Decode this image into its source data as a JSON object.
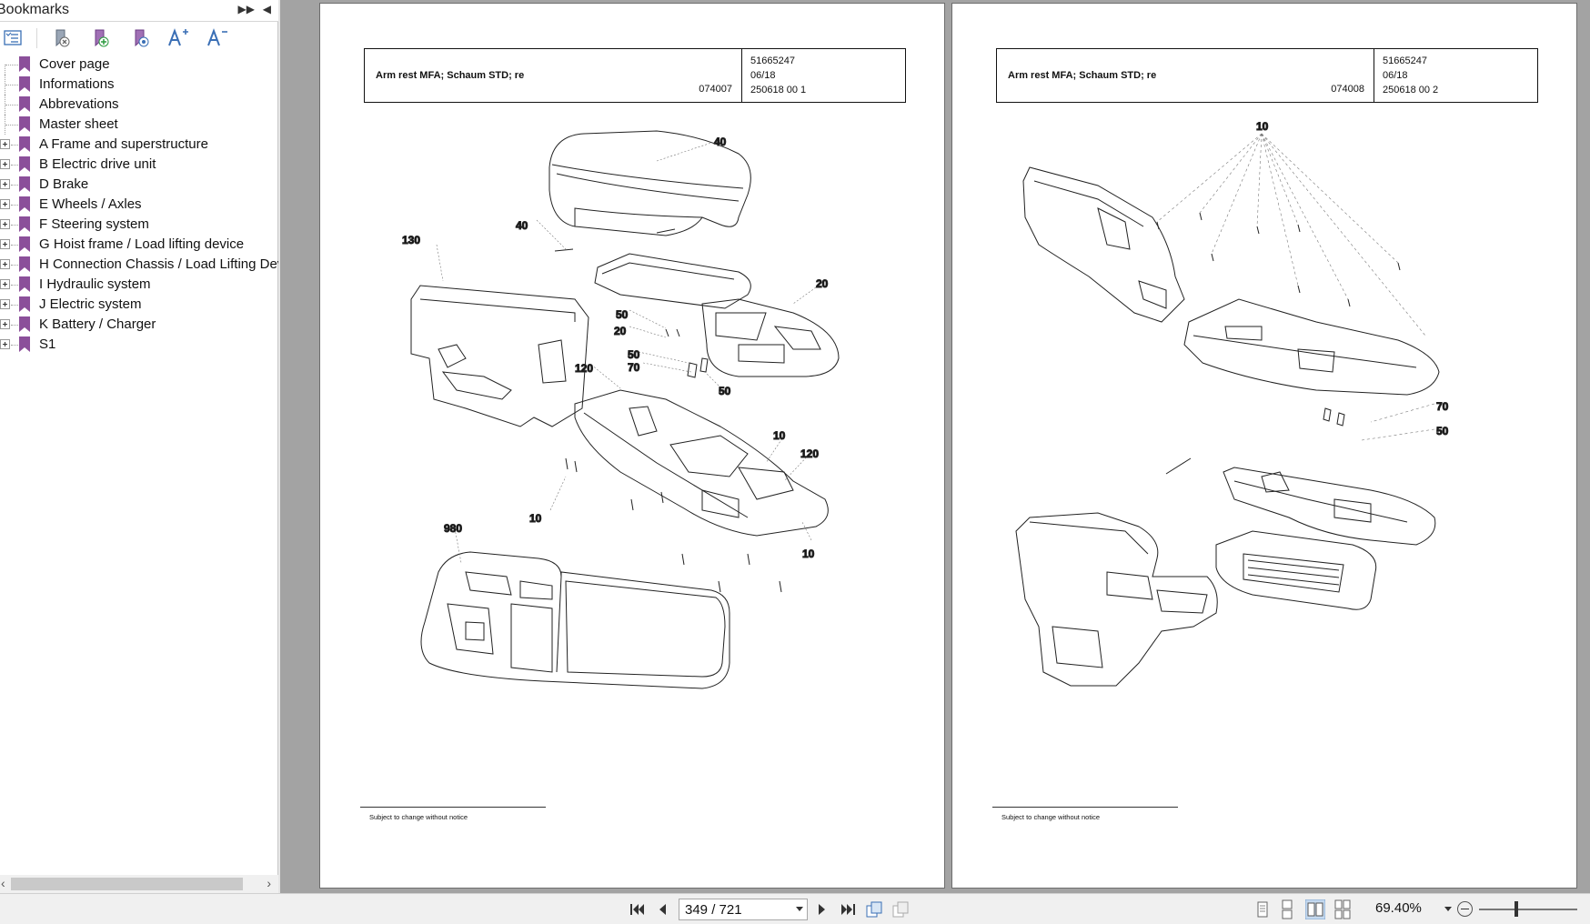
{
  "sidebar": {
    "title": "Bookmarks",
    "collapse_icon": "double-chevron-right-icon",
    "close_icon": "triangle-left-icon",
    "toolbar": [
      {
        "name": "expand-bookmark-icon"
      },
      {
        "name": "delete-bookmark-icon"
      },
      {
        "name": "add-bookmark-icon"
      },
      {
        "name": "bookmark-properties-icon"
      },
      {
        "name": "increase-text-size-icon"
      },
      {
        "name": "decrease-text-size-icon"
      }
    ],
    "items": [
      {
        "label": "Cover page",
        "expandable": false
      },
      {
        "label": "Informations",
        "expandable": false
      },
      {
        "label": "Abbrevations",
        "expandable": false
      },
      {
        "label": "Master sheet",
        "expandable": false
      },
      {
        "label": "A Frame and superstructure",
        "expandable": true
      },
      {
        "label": "B Electric drive unit",
        "expandable": true
      },
      {
        "label": "D Brake",
        "expandable": true
      },
      {
        "label": "E Wheels / Axles",
        "expandable": true
      },
      {
        "label": "F Steering system",
        "expandable": true
      },
      {
        "label": "G Hoist frame / Load lifting device",
        "expandable": true
      },
      {
        "label": "H Connection Chassis / Load Lifting Devi",
        "expandable": true
      },
      {
        "label": "I Hydraulic system",
        "expandable": true
      },
      {
        "label": "J Electric system",
        "expandable": true
      },
      {
        "label": "K Battery / Charger",
        "expandable": true
      },
      {
        "label": "S1",
        "expandable": true
      }
    ]
  },
  "pages": [
    {
      "title": "Arm rest MFA; Schaum STD; re",
      "drawing_no": "074007",
      "part_no": "51665247",
      "date": "06/18",
      "ref": "250618 00 1",
      "footer": "Subject to change without notice",
      "callouts": [
        "40",
        "40",
        "130",
        "20",
        "50",
        "20",
        "50",
        "70",
        "50",
        "120",
        "10",
        "120",
        "10",
        "10",
        "980"
      ]
    },
    {
      "title": "Arm rest MFA; Schaum STD; re",
      "drawing_no": "074008",
      "part_no": "51665247",
      "date": "06/18",
      "ref": "250618 00 2",
      "footer": "Subject to change without notice",
      "callouts": [
        "10",
        "70",
        "50"
      ]
    }
  ],
  "bottombar": {
    "page_indicator": "349 / 721",
    "zoom": "69.40%",
    "nav": [
      "first-page-icon",
      "previous-page-icon",
      "next-page-icon",
      "last-page-icon",
      "previous-view-icon",
      "next-view-icon"
    ],
    "views": [
      "single-page-icon",
      "continuous-page-icon",
      "two-page-icon",
      "two-page-continuous-icon"
    ]
  },
  "colors": {
    "bookmark": "#8b4f9a",
    "doc_background": "#a3a3a3",
    "toolbar_background": "#f0f0f0"
  }
}
